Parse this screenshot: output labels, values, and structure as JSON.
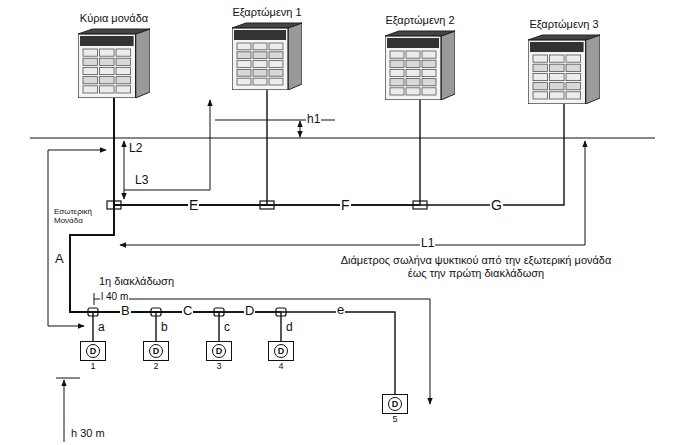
{
  "diagram": {
    "nodes": [
      {
        "text": [
          "Κύρια μονάδα"
        ]
      },
      {
        "text": [
          "Εξαρτώμενη 1"
        ]
      },
      {
        "text": [
          "Εξαρτώμενη 2"
        ]
      },
      {
        "text": [
          "Εξαρτώμενη 3"
        ]
      },
      {
        "text": [
          "D",
          "1"
        ]
      },
      {
        "text": [
          "D",
          "2"
        ]
      },
      {
        "text": [
          "D",
          "3"
        ]
      },
      {
        "text": [
          "D",
          "4"
        ]
      },
      {
        "text": [
          "D",
          "5"
        ]
      }
    ],
    "edges": [
      {
        "from": 1,
        "to": 0,
        "arrow": "none"
      },
      {
        "from": 2,
        "to": 0,
        "arrow": "none"
      },
      {
        "from": 3,
        "to": 0,
        "arrow": "none"
      },
      {
        "from": 0,
        "to": 4,
        "arrow": "none"
      },
      {
        "from": 0,
        "to": 5,
        "arrow": "none"
      },
      {
        "from": 0,
        "to": 6,
        "arrow": "none"
      },
      {
        "from": 0,
        "to": 7,
        "arrow": "none"
      },
      {
        "from": 0,
        "to": 8,
        "arrow": "none"
      }
    ],
    "labels": [
      "h1",
      "L2",
      "L3",
      "E",
      "F",
      "G",
      "Εσωτερική Μονάδα",
      "L1",
      "A",
      "1η διακλάδωση",
      "Διάμετρος σωλήνα ψυκτικού από την εξωτερική μονάδα έως την πρώτη διακλάδωση",
      "l 40 m",
      "B",
      "C",
      "D",
      "e",
      "a",
      "b",
      "c",
      "d",
      "h 30 m"
    ]
  }
}
